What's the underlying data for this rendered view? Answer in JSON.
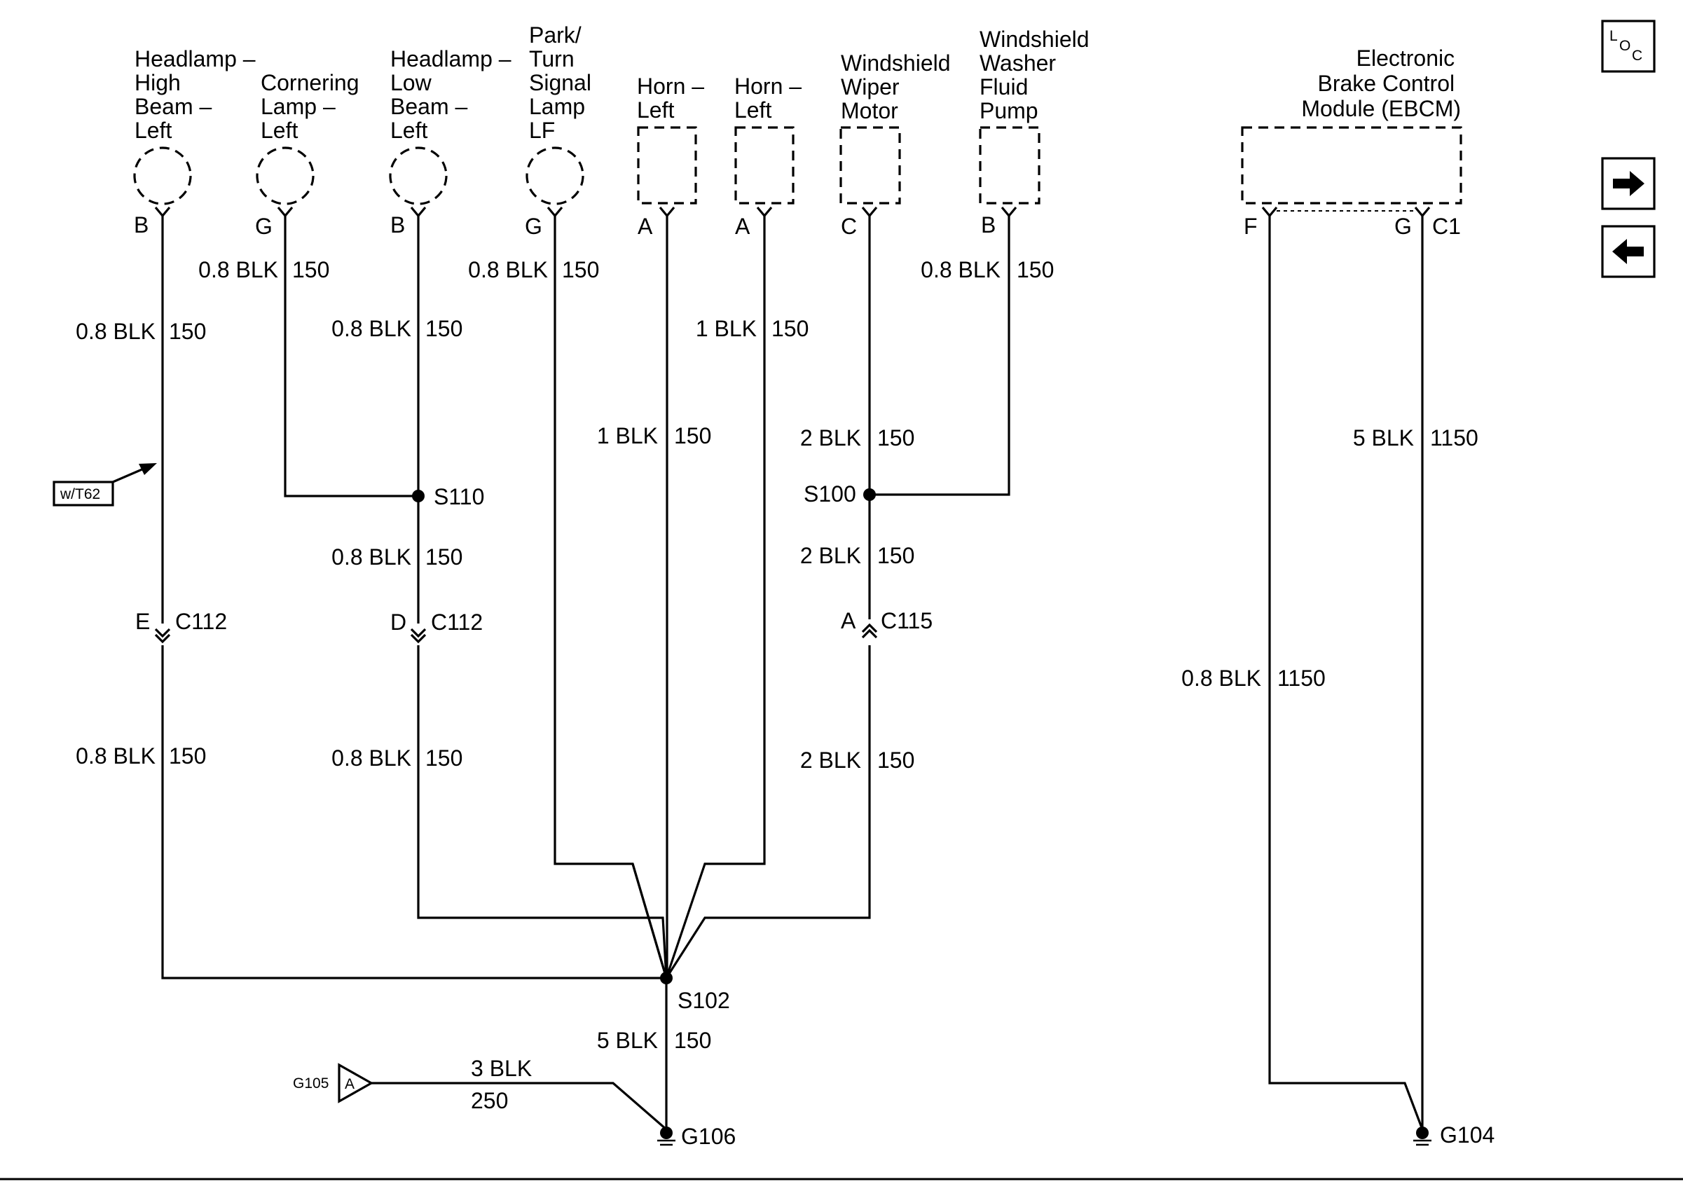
{
  "components": {
    "hl_high": [
      "Headlamp –",
      "High",
      "Beam –",
      "Left"
    ],
    "corner": [
      "Cornering",
      "Lamp –",
      "Left"
    ],
    "hl_low": [
      "Headlamp –",
      "Low",
      "Beam –",
      "Left"
    ],
    "park": [
      "Park/",
      "Turn",
      "Signal",
      "Lamp",
      "LF"
    ],
    "horn1": [
      "Horn –",
      "Left"
    ],
    "horn2": [
      "Horn –",
      "Left"
    ],
    "wiper": [
      "Windshield",
      "Wiper",
      "Motor"
    ],
    "washer": [
      "Windshield",
      "Washer",
      "Fluid",
      "Pump"
    ],
    "ebcm": [
      "Electronic",
      "Brake Control",
      "Module (EBCM)"
    ]
  },
  "pins": {
    "hl_high": "B",
    "corner": "G",
    "hl_low": "B",
    "park": "G",
    "horn1": "A",
    "horn2": "A",
    "wiper": "C",
    "washer": "B",
    "ebcm_f": "F",
    "ebcm_g": "G",
    "ebcm_conn": "C1"
  },
  "wires": {
    "hl_high_1": {
      "gauge": "0.8 BLK",
      "circuit": "150"
    },
    "hl_high_2": {
      "gauge": "0.8 BLK",
      "circuit": "150"
    },
    "corner": {
      "gauge": "0.8 BLK",
      "circuit": "150"
    },
    "hl_low_1": {
      "gauge": "0.8 BLK",
      "circuit": "150"
    },
    "hl_low_2": {
      "gauge": "0.8 BLK",
      "circuit": "150"
    },
    "hl_low_3": {
      "gauge": "0.8 BLK",
      "circuit": "150"
    },
    "park": {
      "gauge": "0.8 BLK",
      "circuit": "150"
    },
    "horn1": {
      "gauge": "1 BLK",
      "circuit": "150"
    },
    "horn2": {
      "gauge": "1 BLK",
      "circuit": "150"
    },
    "wiper_1": {
      "gauge": "2 BLK",
      "circuit": "150"
    },
    "wiper_2": {
      "gauge": "2 BLK",
      "circuit": "150"
    },
    "wiper_3": {
      "gauge": "2 BLK",
      "circuit": "150"
    },
    "washer": {
      "gauge": "0.8 BLK",
      "circuit": "150"
    },
    "s102": {
      "gauge": "5 BLK",
      "circuit": "150"
    },
    "g105": {
      "gauge": "3 BLK",
      "circuit": "250"
    },
    "ebcm_f": {
      "gauge": "0.8 BLK",
      "circuit": "1150"
    },
    "ebcm_g": {
      "gauge": "5 BLK",
      "circuit": "1150"
    }
  },
  "splices": {
    "s110": "S110",
    "s100": "S100",
    "s102": "S102"
  },
  "connectors": {
    "c112a_pin": "E",
    "c112a": "C112",
    "c112b_pin": "D",
    "c112b": "C112",
    "c115_pin": "A",
    "c115": "C115"
  },
  "grounds": {
    "g106": "G106",
    "g104": "G104",
    "g105": "G105",
    "g105_pin": "A"
  },
  "option_label": "w/T62",
  "nav": {
    "loc_l": "L",
    "loc_o": "O",
    "loc_c": "C"
  }
}
